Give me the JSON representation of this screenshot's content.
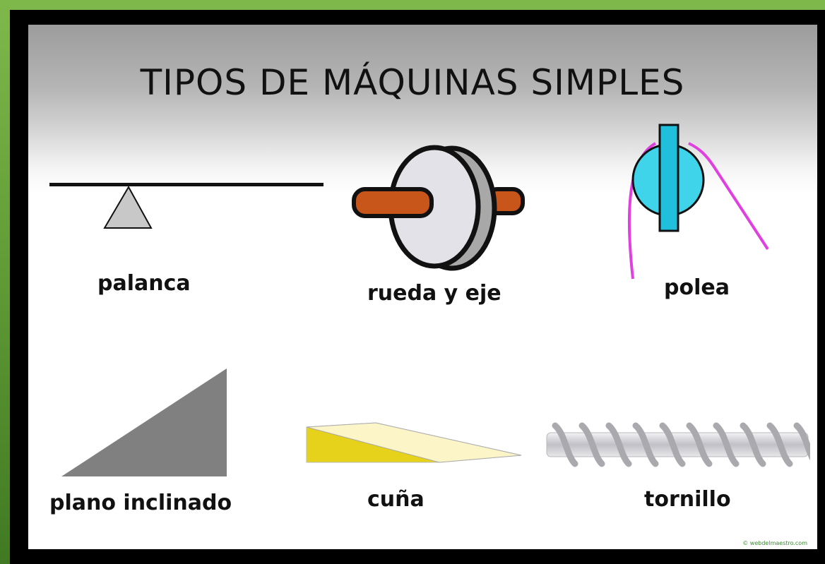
{
  "title": "TIPOS DE MÁQUINAS SIMPLES",
  "machines": [
    {
      "label": "palanca",
      "icon": "lever-icon"
    },
    {
      "label": "rueda y eje",
      "icon": "wheel-and-axle-icon"
    },
    {
      "label": "polea",
      "icon": "pulley-icon"
    },
    {
      "label": "plano inclinado",
      "icon": "inclined-plane-icon"
    },
    {
      "label": "cuña",
      "icon": "wedge-icon"
    },
    {
      "label": "tornillo",
      "icon": "screw-icon"
    }
  ],
  "credit": "© webdelmaestro.com",
  "colors": {
    "frame_green": "#6aa83c",
    "axle_brown": "#c8561a",
    "pulley_cyan": "#3fd4ea",
    "rope_magenta": "#e040e0",
    "wedge_yellow": "#e6d21a",
    "incline_gray": "#808080"
  }
}
